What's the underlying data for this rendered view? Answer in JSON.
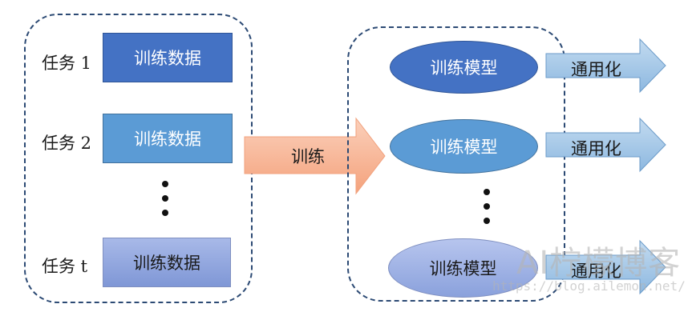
{
  "left_group": {
    "tasks": [
      {
        "label": "任务 1",
        "data_label": "训练数据"
      },
      {
        "label": "任务 2",
        "data_label": "训练数据"
      },
      {
        "label": "任务 t",
        "data_label": "训练数据"
      }
    ]
  },
  "middle_arrow": {
    "label": "训练"
  },
  "right_group": {
    "models": [
      {
        "label": "训练模型",
        "output_label": "通用化"
      },
      {
        "label": "训练模型",
        "output_label": "通用化"
      },
      {
        "label": "训练模型",
        "output_label": "通用化"
      }
    ]
  },
  "watermark": {
    "title": "AI柠檬博客",
    "url": "https://blog.ailemon.net/"
  },
  "colors": {
    "border_dash": "#2c4a74",
    "data_box_1": "#4472c4",
    "data_box_2": "#5b9bd5",
    "data_box_t": "#8fa5dd",
    "train_arrow": "#f8b195",
    "output_arrow": "#9dc3e6"
  }
}
